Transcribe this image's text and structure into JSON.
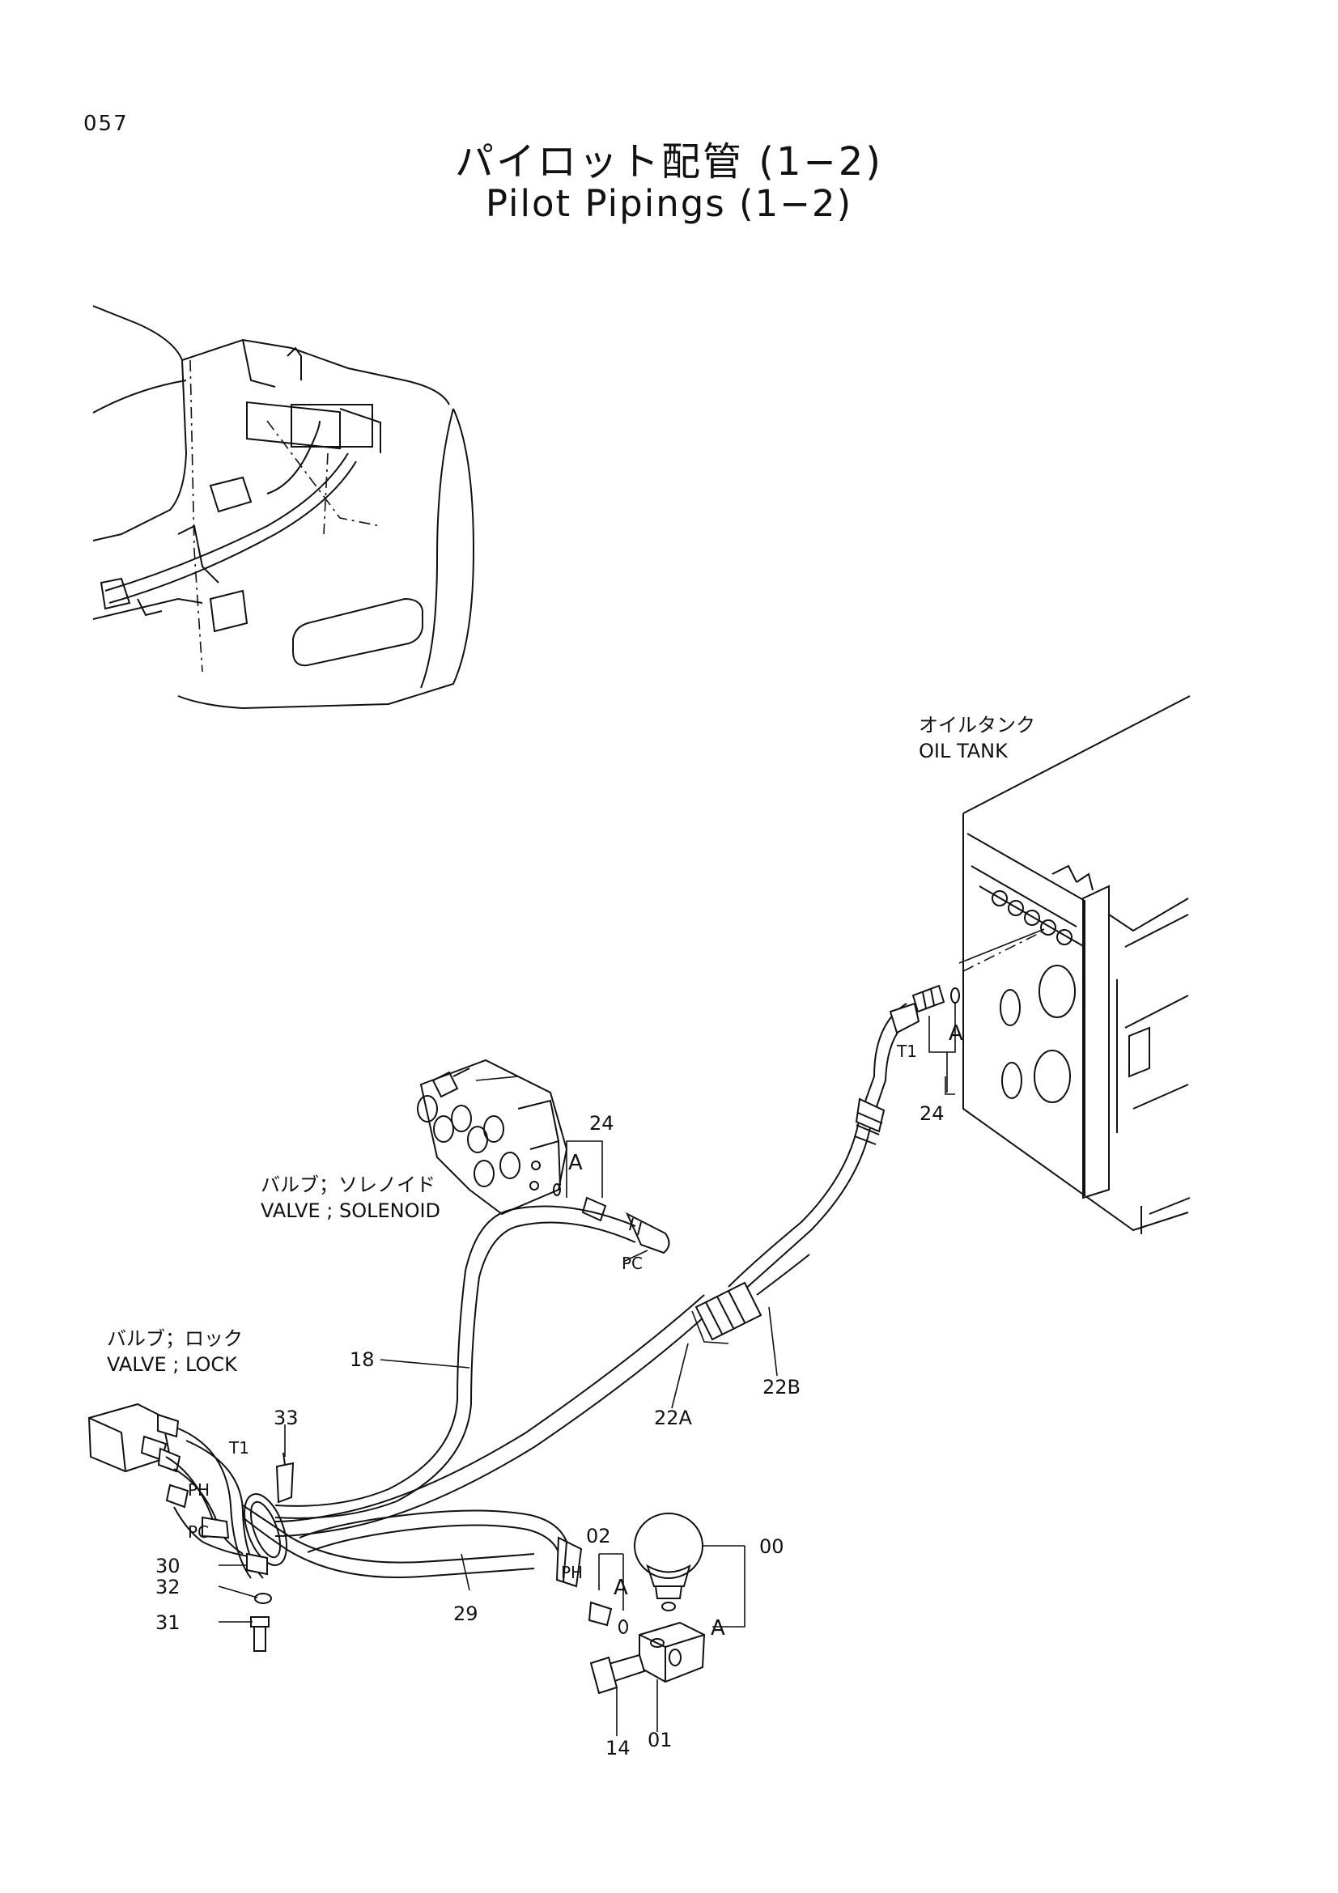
{
  "header": {
    "page_number": "057",
    "title_jp": "パイロット配管 (1−2)",
    "title_en": "Pilot Pipings (1−2)"
  },
  "components": {
    "oil_tank_jp": "オイルタンク",
    "oil_tank_en": "OIL TANK",
    "solenoid_valve_jp": "バルブ；ソレノイド",
    "solenoid_valve_en": "VALVE ; SOLENOID",
    "lock_valve_jp": "バルブ；ロック",
    "lock_valve_en": "VALVE ; LOCK"
  },
  "ports": {
    "t1_tank": "T1",
    "pc_solenoid": "PC",
    "t1_lock": "T1",
    "ph_lock": "PH",
    "pc_lock": "PC",
    "ph_hose": "PH"
  },
  "callouts": {
    "a_tank": "A",
    "a_solenoid": "A",
    "a_fitting": "A",
    "a_accumulator": "A"
  },
  "part_numbers": {
    "p24_tank": "24",
    "p24_solenoid": "24",
    "p18": "18",
    "p22a": "22A",
    "p22b": "22B",
    "p33": "33",
    "p30": "30",
    "p32": "32",
    "p31": "31",
    "p29": "29",
    "p02": "02",
    "p00": "00",
    "p14": "14",
    "p01": "01"
  }
}
